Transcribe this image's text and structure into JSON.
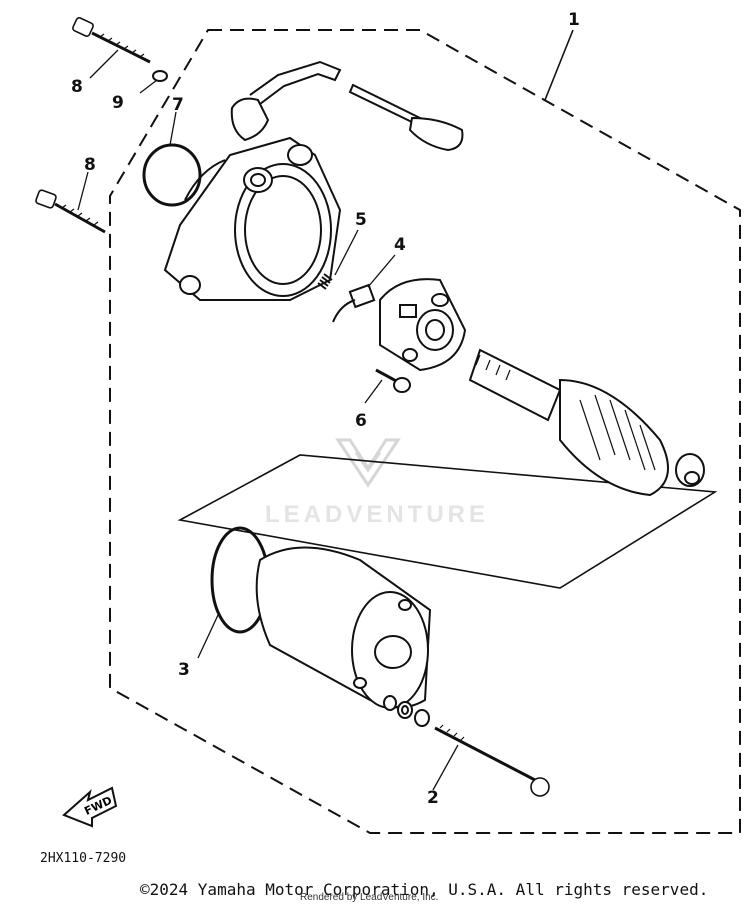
{
  "diagram": {
    "callouts": {
      "c1": "1",
      "c2": "2",
      "c3": "3",
      "c4": "4",
      "c5": "5",
      "c6": "6",
      "c7": "7",
      "c8a": "8",
      "c8b": "8",
      "c9": "9"
    },
    "fwd_label": "FWD",
    "part_code": "2HX110-7290",
    "watermark": "LEADVENTURE"
  },
  "footer": {
    "copyright": "©2024 Yamaha Motor Corporation, U.S.A. All rights reserved.",
    "rendered_by": "Rendered by LeadVenture, Inc."
  }
}
